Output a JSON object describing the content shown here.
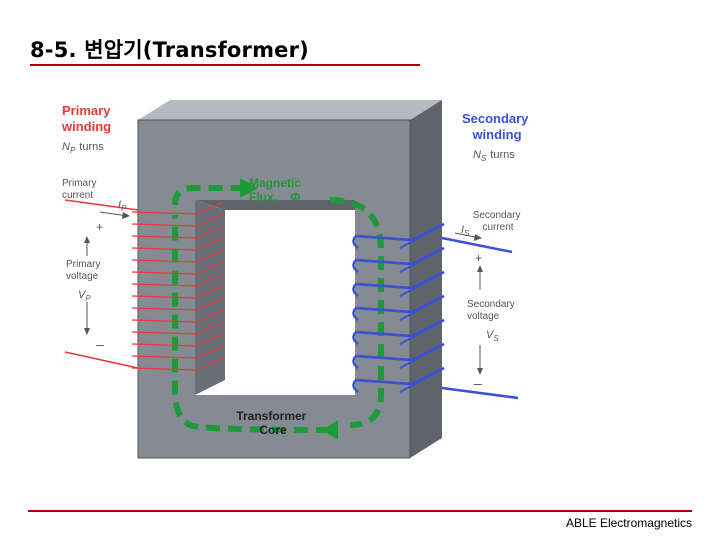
{
  "title": "8-5. 변압기(Transformer)",
  "footer": "ABLE Electromagnetics",
  "diagram": {
    "primary_winding": [
      "Primary",
      "winding"
    ],
    "np_turns": [
      "N",
      "P",
      "turns"
    ],
    "primary_current": [
      "Primary",
      "current"
    ],
    "ip": [
      "I",
      "P"
    ],
    "plus": "+",
    "minus": "–",
    "primary_voltage": [
      "Primary",
      "voltage"
    ],
    "vp": [
      "V",
      "P"
    ],
    "magnetic_flux": [
      "Magnetic",
      "Flux,",
      "Φ"
    ],
    "transformer_core": [
      "Transformer",
      "Core"
    ],
    "secondary_winding": [
      "Secondary",
      "winding"
    ],
    "ns_turns": [
      "N",
      "S",
      "turns"
    ],
    "secondary_current": [
      "Secondary",
      "current"
    ],
    "is": [
      "I",
      "S"
    ],
    "secondary_voltage": [
      "Secondary",
      "voltage"
    ],
    "vs": [
      "V",
      "S"
    ],
    "colors": {
      "primary": "#e8393b",
      "secondary": "#3b4fd8",
      "flux": "#1f9a3a",
      "core_front": "#7f858c",
      "core_top": "#b5bac0",
      "core_side": "#5b6067",
      "label_gray": "#555555",
      "rule": "#b00000"
    }
  }
}
